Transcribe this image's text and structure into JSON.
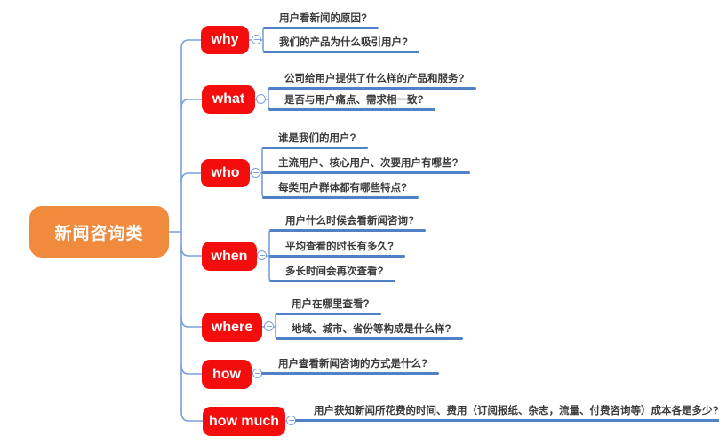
{
  "root": {
    "label": "新闻咨询类"
  },
  "branches": [
    {
      "label": "why",
      "children": [
        "用户看新闻的原因?",
        "我们的产品为什么吸引用户?"
      ]
    },
    {
      "label": "what",
      "children": [
        "公司给用户提供了什么样的产品和服务?",
        "是否与用户痛点、需求相一致?"
      ]
    },
    {
      "label": "who",
      "children": [
        "谁是我们的用户?",
        "主流用户、核心用户、次要用户有哪些?",
        "每类用户群体都有哪些特点?"
      ]
    },
    {
      "label": "when",
      "children": [
        "用户什么时候会看新闻咨询?",
        "平均查看的时长有多久?",
        "多长时间会再次查看?"
      ]
    },
    {
      "label": "where",
      "children": [
        "用户在哪里查看?",
        "地域、城市、省份等构成是什么样?"
      ]
    },
    {
      "label": "how",
      "children": [
        "用户查看新闻咨询的方式是什么?"
      ]
    },
    {
      "label": "how much",
      "children": [
        "用户获知新闻所花费的时间、费用（订阅报纸、杂志，流量、付费咨询等）成本各是多少?"
      ]
    }
  ],
  "colors": {
    "root_bg": "#f08a3d",
    "branch_bg": "#f30d0d",
    "connector": "#7aa0d8",
    "leaf_line": "#4f80c8",
    "leaf_text": "#3b3b3b",
    "canvas_bg": "#ffffff"
  }
}
